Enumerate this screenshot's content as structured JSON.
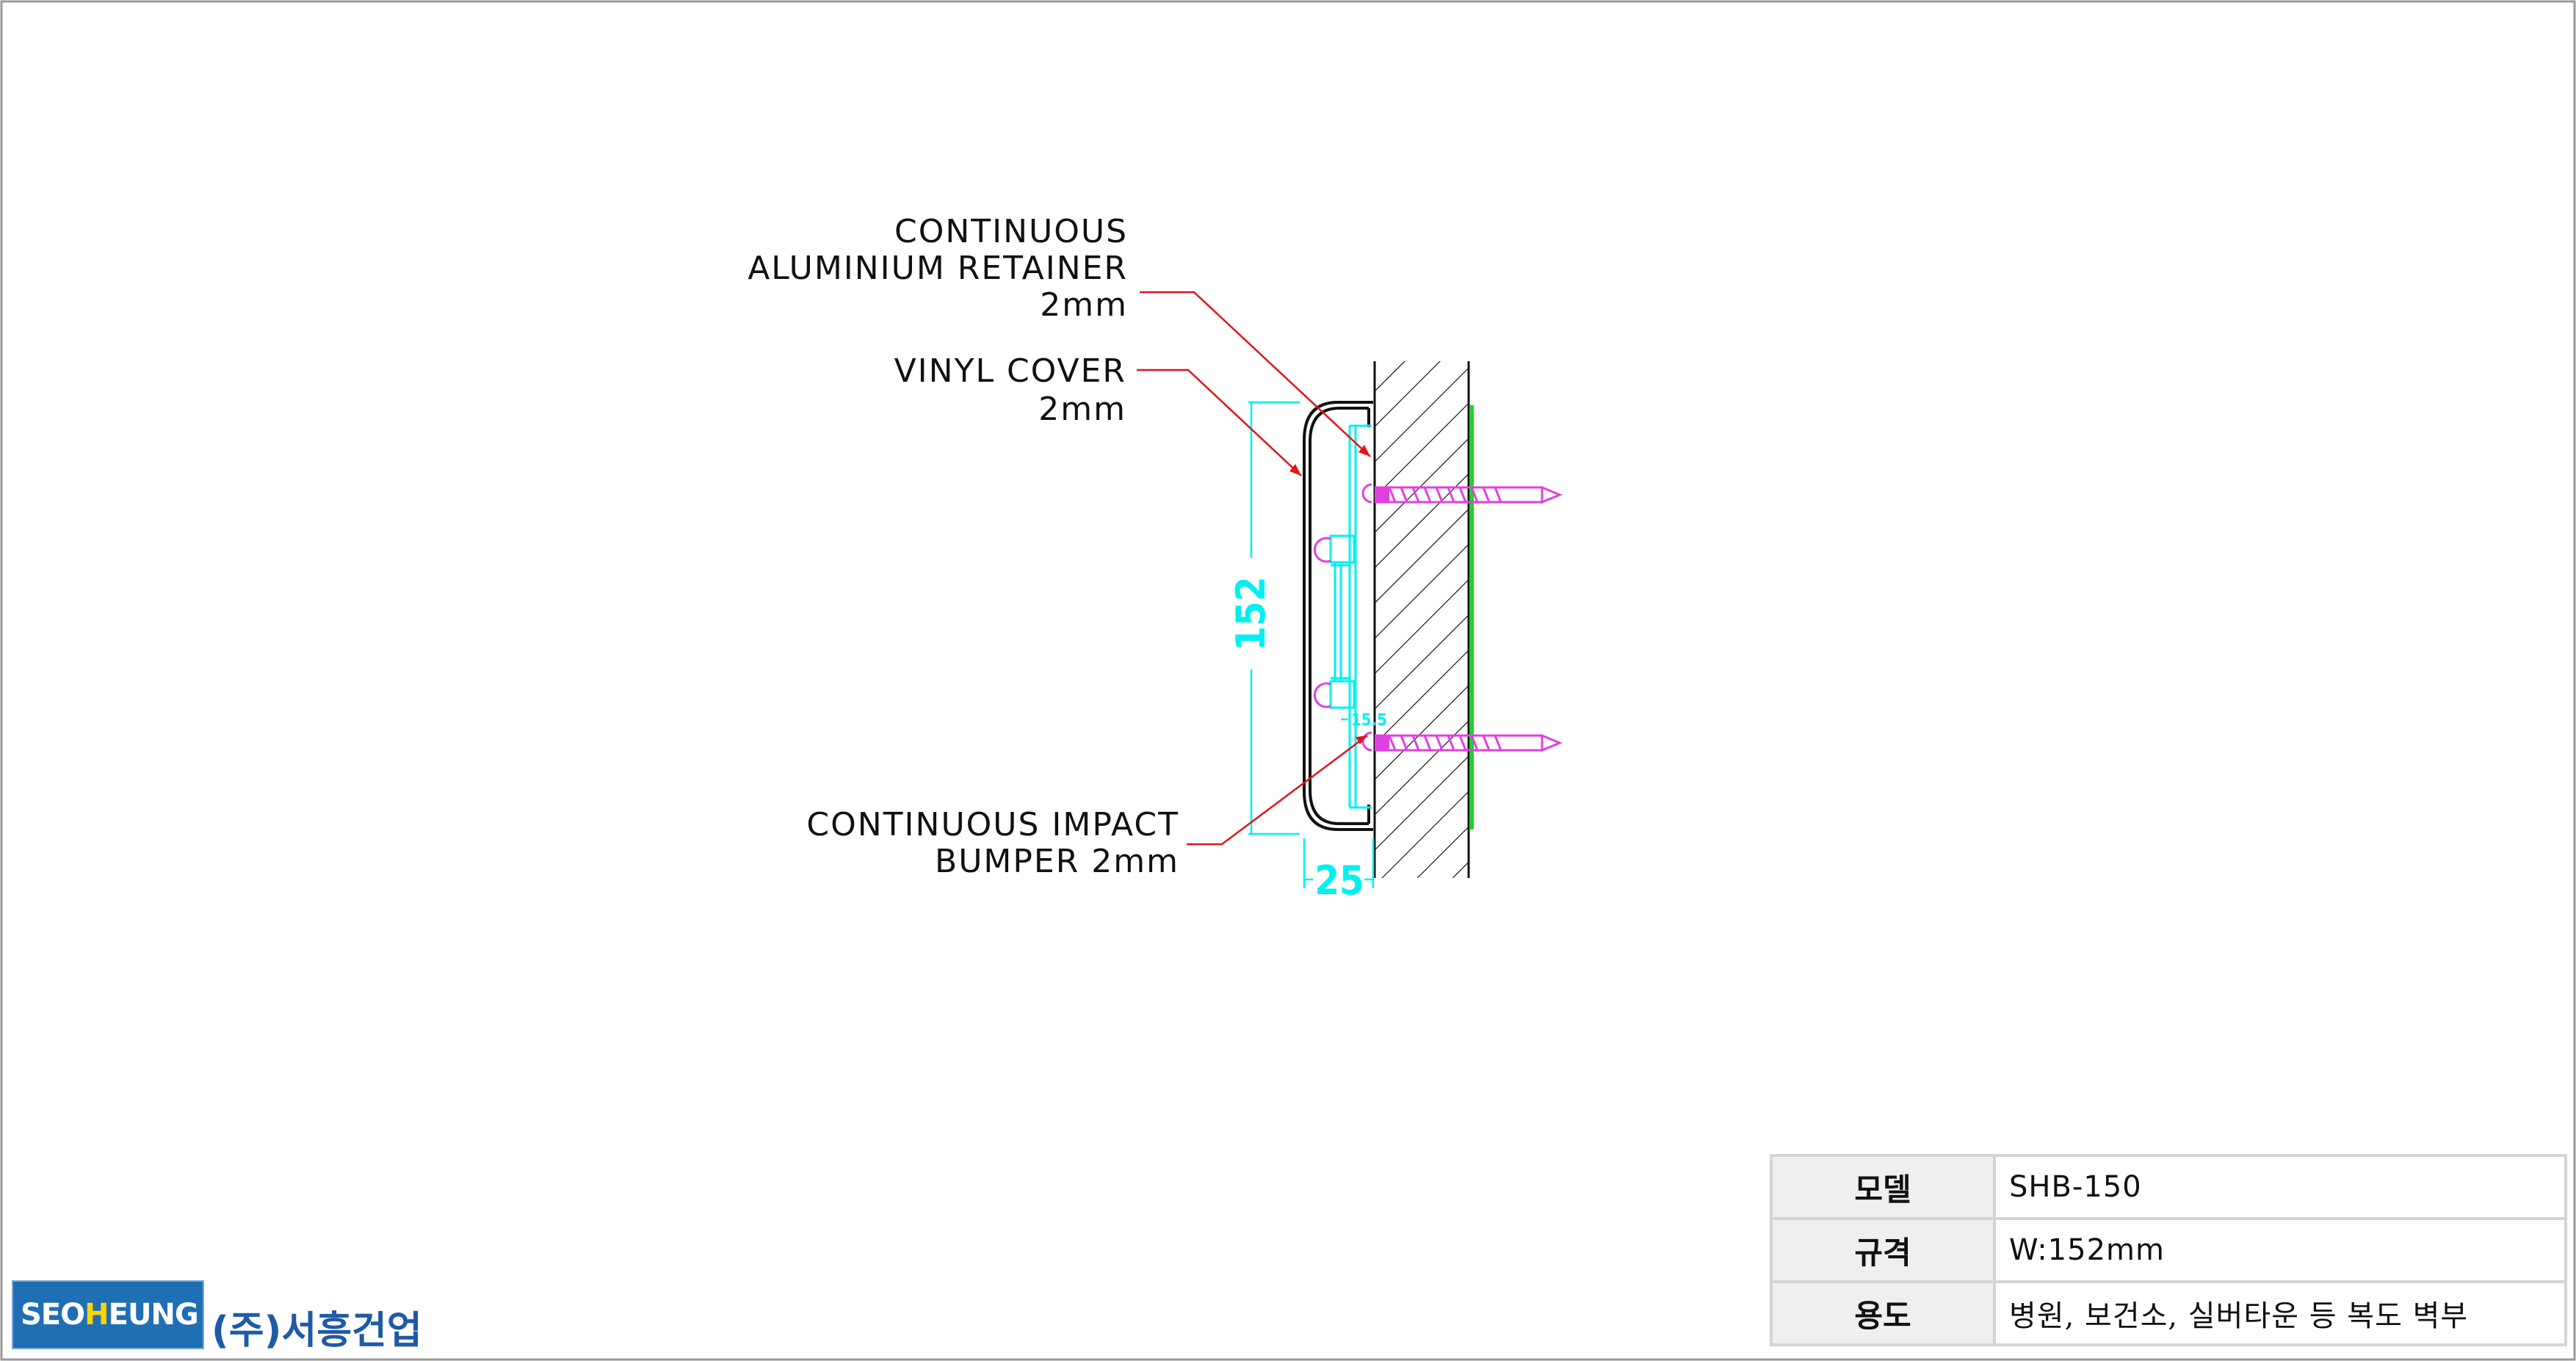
{
  "labels": {
    "retainer_line1": "CONTINUOUS",
    "retainer_line2": "ALUMINIUM RETAINER",
    "retainer_line3": "2mm",
    "vinyl_line1": "VINYL COVER",
    "vinyl_line2": "2mm",
    "bumper_line1": "CONTINUOUS IMPACT",
    "bumper_line2": "BUMPER 2mm"
  },
  "dimensions": {
    "height": "152",
    "depth": "25",
    "offset": "15.5"
  },
  "colors": {
    "leader": "#e0151b",
    "dimension": "#00f0f0",
    "screw": "#e040e0",
    "adhesive": "#22d02a",
    "wall_hatch": "#111111"
  },
  "logo": {
    "brand_prefix": "SEO",
    "brand_highlight": "H",
    "brand_suffix": "EUNG",
    "company_kr": "(주)서흥건업"
  },
  "spec_table": [
    {
      "key": "모델",
      "value": "SHB-150"
    },
    {
      "key": "규격",
      "value": "W:152mm"
    },
    {
      "key": "용도",
      "value": "병원, 보건소, 실버타운 등 복도 벽부"
    }
  ]
}
